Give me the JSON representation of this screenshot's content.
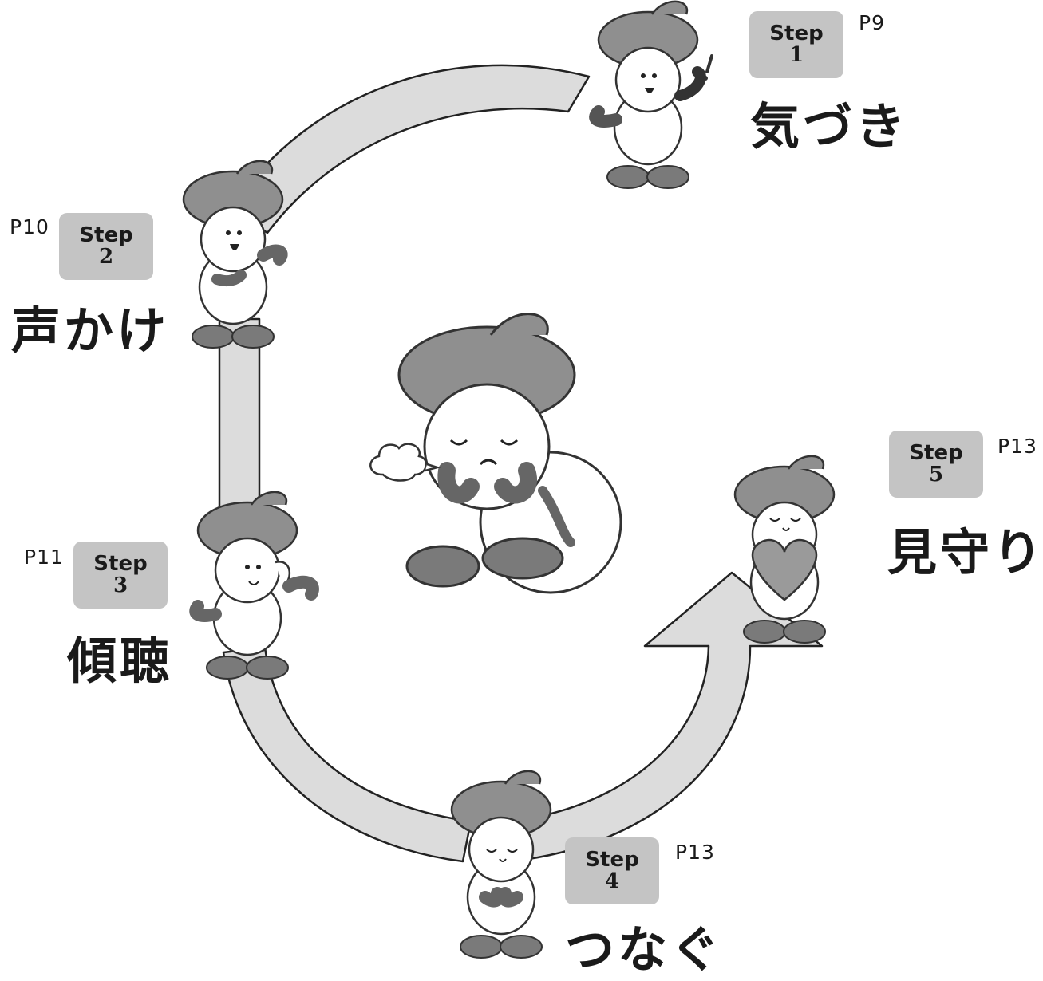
{
  "steps": [
    {
      "step_label": "Step",
      "number": "1",
      "page": "P9",
      "title": "気づき"
    },
    {
      "step_label": "Step",
      "number": "2",
      "page": "P10",
      "title": "声かけ"
    },
    {
      "step_label": "Step",
      "number": "3",
      "page": "P11",
      "title": "傾聴"
    },
    {
      "step_label": "Step",
      "number": "4",
      "page": "P13",
      "title": "つなぐ"
    },
    {
      "step_label": "Step",
      "number": "5",
      "page": "P13",
      "title": "見守り"
    }
  ],
  "colors": {
    "arrow_fill": "#dcdcdc",
    "hat": "#8f8f8f",
    "limbs": "#7a7a7a",
    "badge": "#c4c4c4",
    "outline": "#333333",
    "heart": "#9a9a9a"
  },
  "icons": [
    "step-character",
    "worried-character",
    "sigh-bubble-icon",
    "heart-icon",
    "exclamation-icon",
    "ear-icon"
  ]
}
